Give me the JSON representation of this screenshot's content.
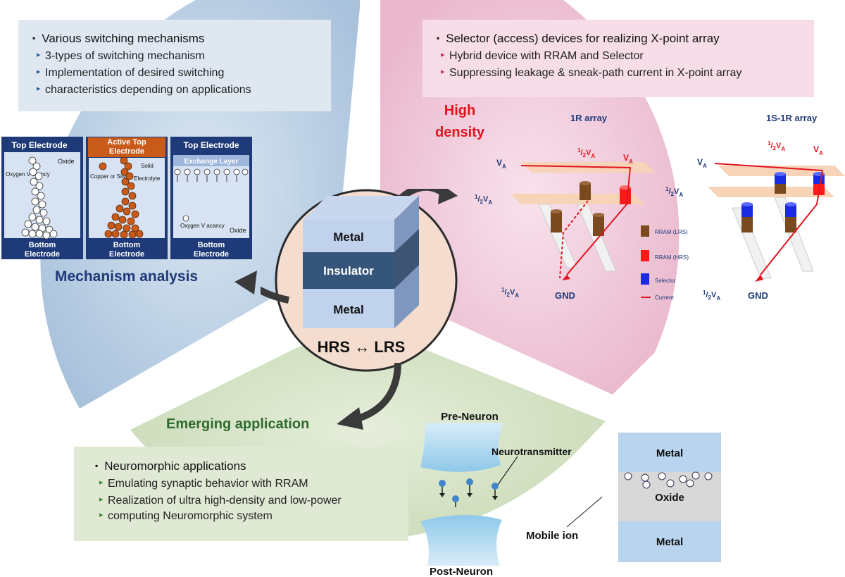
{
  "mechanism": {
    "title": "Various switching mechanisms",
    "items": [
      "3-types of switching mechanism",
      "Implementation of desired switching",
      "characteristics depending on applications"
    ],
    "label": "Mechanism analysis",
    "diagrams": [
      {
        "top": "Top Electrode",
        "oxide": "Oxide",
        "vacancy": "Oxygen V acancy",
        "bottom1": "Bottom",
        "bottom2": "Electrode"
      },
      {
        "top1": "Active Top",
        "top2": "Electrode",
        "solid": "Solid",
        "electrolyte": "Electrolyte",
        "ion": "Copper or Silver",
        "bottom1": "Bottom",
        "bottom2": "Electrode"
      },
      {
        "top": "Top Electrode",
        "layer": "Exchange Layer",
        "vacancy": "Oxygen V acancy",
        "oxide": "Oxide",
        "bottom1": "Bottom",
        "bottom2": "Electrode"
      }
    ]
  },
  "selector": {
    "title": "Selector (access) devices for realizing X-point array",
    "items": [
      "Hybrid device with RRAM and Selector",
      "Suppressing leakage & sneak-path current in X-point array"
    ],
    "label_line1": "High",
    "label_line2": "density",
    "array1_title": "1R array",
    "array2_title": "1S-1R array",
    "va": "V",
    "va_sub": "A",
    "half_num": "1",
    "half_den": "2",
    "gnd": "GND",
    "legend": [
      "RRAM (LRS)",
      "RRAM (HRS)",
      "Selector",
      "Current"
    ]
  },
  "center": {
    "layers": [
      "Metal",
      "Insulator",
      "Metal"
    ],
    "state": "HRS ↔ LRS"
  },
  "application": {
    "label": "Emerging application",
    "title": "Neuromorphic applications",
    "items": [
      "Emulating synaptic behavior with RRAM",
      "Realization of ultra high-density and low-power",
      "computing Neuromorphic system"
    ],
    "pre": "Pre-Neuron",
    "post": "Post-Neuron",
    "neurotransmitter": "Neurotransmitter",
    "mobile_ion": "Mobile ion",
    "stack": [
      "Metal",
      "Oxide",
      "Metal"
    ]
  },
  "colors": {
    "blue_sector": "#b9cfe4",
    "pink_sector": "#f2c6da",
    "green_sector": "#d3e2c3",
    "navy": "#1f3a78",
    "red": "#e0141e",
    "green_text": "#2e6b2e"
  }
}
